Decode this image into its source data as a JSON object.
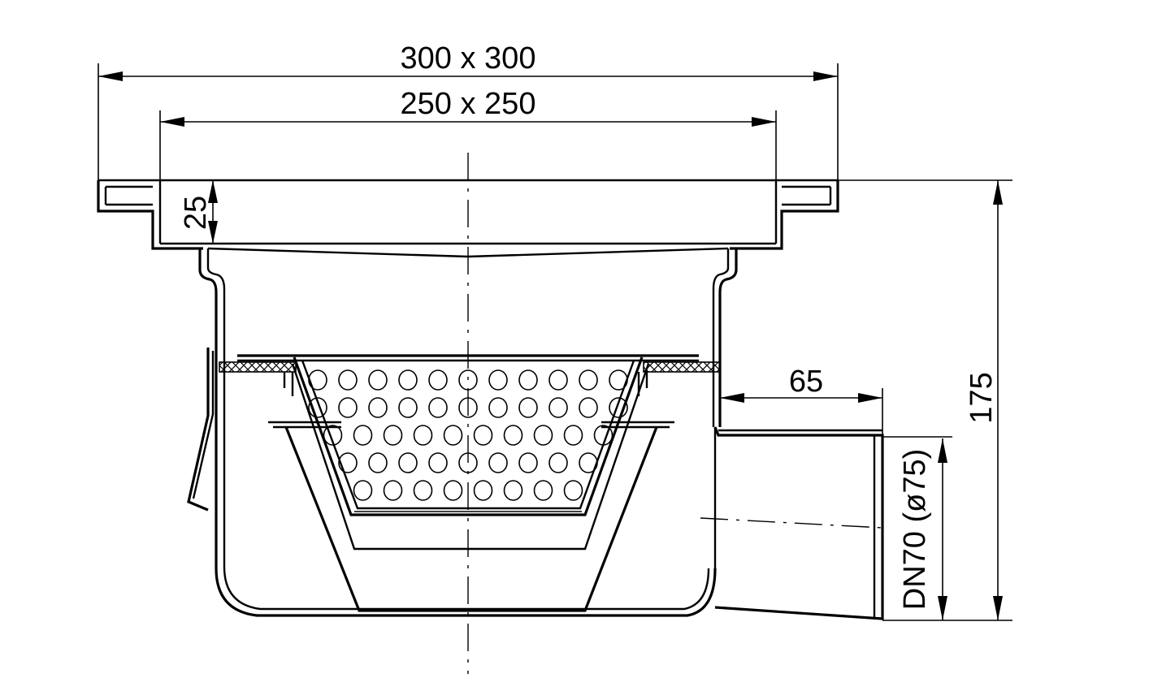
{
  "drawing": {
    "dimensions": {
      "outer_frame": "300 x 300",
      "inner_grate": "250 x 250",
      "grate_height": "25",
      "outlet_offset": "65",
      "total_height": "175",
      "outlet_size": "DN70 (ø75)"
    },
    "strainer": {
      "rows": 5,
      "holes_per_row": [
        11,
        11,
        10,
        9,
        8
      ]
    }
  }
}
